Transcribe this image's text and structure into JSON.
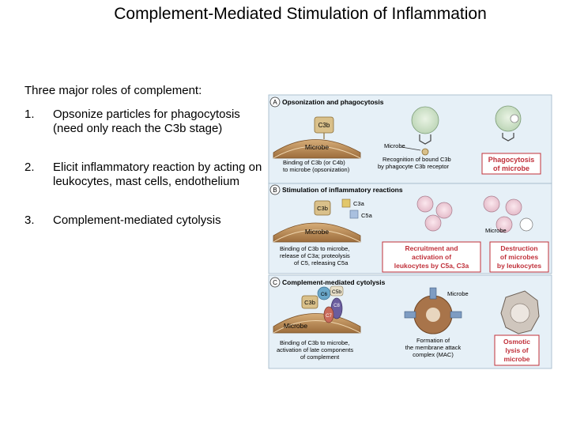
{
  "slide": {
    "title": "Complement-Mediated Stimulation of Inflammation",
    "intro": "Three major roles of complement:",
    "items": [
      {
        "num": "1.",
        "text": "Opsonize particles for phagocytosis (need only reach the C3b stage)"
      },
      {
        "num": "2.",
        "text": "Elicit inflammatory reaction by acting on leukocytes, mast cells, endothelium"
      },
      {
        "num": "3.",
        "text": "Complement-mediated cytolysis"
      }
    ]
  },
  "figure": {
    "panels": [
      {
        "letter": "A",
        "heading": "Opsonization and phagocytosis",
        "labels": {
          "c3b": "C3b",
          "microbe": "Microbe",
          "microbe_arrow": "Microbe",
          "caption_left_1": "Binding of C3b (or C4b)",
          "caption_left_2": "to microbe (opsonization)",
          "caption_mid_1": "Recognition of bound C3b",
          "caption_mid_2": "by phagocyte C3b receptor",
          "result_1": "Phagocytosis",
          "result_2": "of microbe"
        }
      },
      {
        "letter": "B",
        "heading": "Stimulation of inflammatory reactions",
        "labels": {
          "c3b": "C3b",
          "c3a": "C3a",
          "c5a": "C5a",
          "microbe": "Microbe",
          "microbe_right": "Microbe",
          "caption_1": "Binding of C3b to microbe,",
          "caption_2": "release of C3a; proteolysis",
          "caption_3": "of C5, releasing C5a",
          "mid_1": "Recruitment and",
          "mid_2": "activation of",
          "mid_3": "leukocytes by C5a, C3a",
          "result_1": "Destruction",
          "result_2": "of microbes",
          "result_3": "by leukocytes"
        }
      },
      {
        "letter": "C",
        "heading": "Complement-mediated cytolysis",
        "labels": {
          "c3b": "C3b",
          "c5b": "C5b",
          "c6": "C6",
          "c8": "C8",
          "c7": "C7",
          "microbe": "Microbe",
          "microbe_right": "Microbe",
          "caption_1": "Binding of C3b to microbe,",
          "caption_2": "activation of late components",
          "caption_3": "of complement",
          "mid_1": "Formation of",
          "mid_2": "the membrane attack",
          "mid_3": "complex (MAC)",
          "result_1": "Osmotic",
          "result_2": "lysis of",
          "result_3": "microbe"
        }
      }
    ],
    "colors": {
      "panel_bg": "#e6f0f7",
      "result_red": "#c0303a",
      "c3b_tan": "#d9c08a",
      "membrane": "#b8874f"
    }
  }
}
